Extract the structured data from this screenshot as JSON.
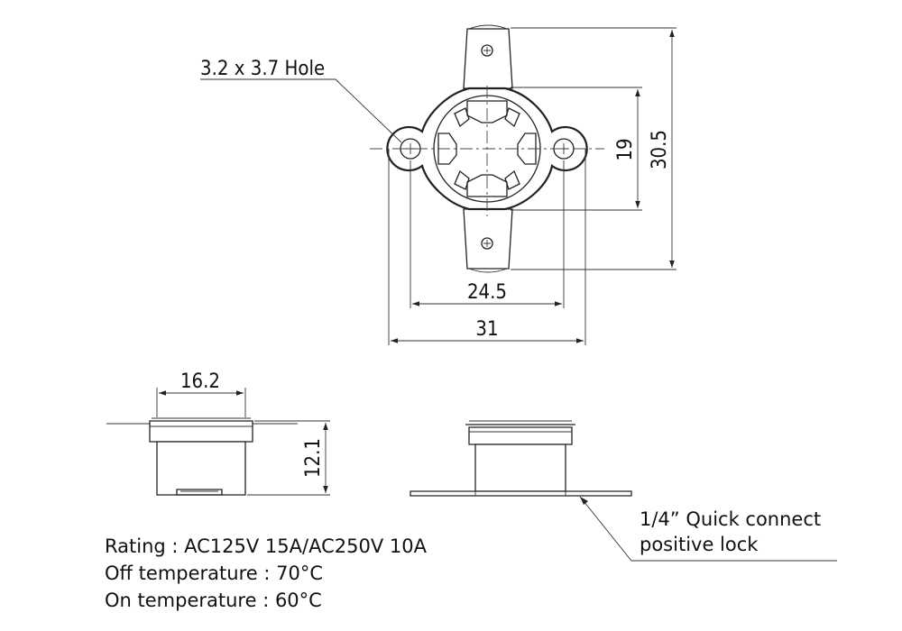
{
  "dimensions": {
    "hole": "3.2 x 3.7 Hole",
    "inner_height": "19",
    "total_height": "30.5",
    "hole_spacing": "24.5",
    "total_width": "31",
    "side_width": "16.2",
    "side_height": "12.1"
  },
  "callout": {
    "line1": "1/4”  Quick connect",
    "line2": "positive lock"
  },
  "specs": {
    "rating": "Rating : AC125V 15A/AC250V 10A",
    "off_temp": "Off temperature : 70°C",
    "on_temp": "On temperature : 60°C"
  }
}
